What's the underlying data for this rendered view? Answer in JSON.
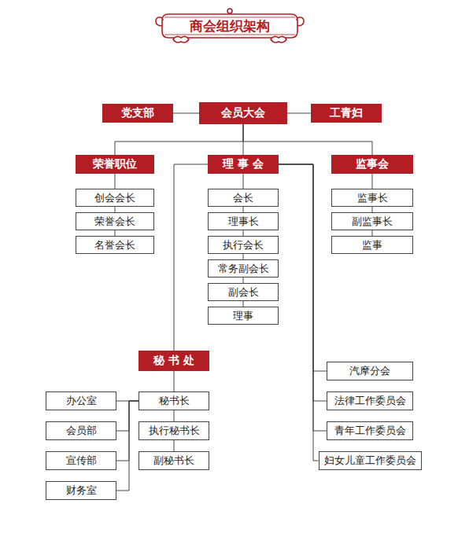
{
  "diagram": {
    "title": "商会组织架构",
    "nodes": [
      {
        "text": [
          "党支部"
        ]
      },
      {
        "text": [
          "会员大会"
        ]
      },
      {
        "text": [
          "工青妇"
        ]
      },
      {
        "text": [
          "荣誉职位"
        ]
      },
      {
        "text": [
          "理 事 会"
        ]
      },
      {
        "text": [
          "监事会"
        ]
      },
      {
        "text": [
          "创会会长"
        ]
      },
      {
        "text": [
          "荣誉会长"
        ]
      },
      {
        "text": [
          "名誉会长"
        ]
      },
      {
        "text": [
          "会长"
        ]
      },
      {
        "text": [
          "理事长"
        ]
      },
      {
        "text": [
          "执行会长"
        ]
      },
      {
        "text": [
          "常务副会长"
        ]
      },
      {
        "text": [
          "副会长"
        ]
      },
      {
        "text": [
          "理事"
        ]
      },
      {
        "text": [
          "监事长"
        ]
      },
      {
        "text": [
          "副监事长"
        ]
      },
      {
        "text": [
          "监事"
        ]
      },
      {
        "text": [
          "秘 书 处"
        ]
      },
      {
        "text": [
          "办公室"
        ]
      },
      {
        "text": [
          "会员部"
        ]
      },
      {
        "text": [
          "宣传部"
        ]
      },
      {
        "text": [
          "财务室"
        ]
      },
      {
        "text": [
          "秘书长"
        ]
      },
      {
        "text": [
          "执行秘书长"
        ]
      },
      {
        "text": [
          "副秘书长"
        ]
      },
      {
        "text": [
          "汽摩分会"
        ]
      },
      {
        "text": [
          "法律工作委员会"
        ]
      },
      {
        "text": [
          "青年工作委员会"
        ]
      },
      {
        "text": [
          "妇女儿童工作委员会"
        ]
      }
    ],
    "edges": [
      {
        "from": 0,
        "to": 1,
        "arrow": "none"
      },
      {
        "from": 1,
        "to": 2,
        "arrow": "none"
      },
      {
        "from": 1,
        "to": 3,
        "arrow": "none"
      },
      {
        "from": 1,
        "to": 4,
        "arrow": "none"
      },
      {
        "from": 1,
        "to": 5,
        "arrow": "none"
      },
      {
        "from": 3,
        "to": 6,
        "arrow": "none"
      },
      {
        "from": 6,
        "to": 7,
        "arrow": "none"
      },
      {
        "from": 7,
        "to": 8,
        "arrow": "none"
      },
      {
        "from": 4,
        "to": 9,
        "arrow": "none"
      },
      {
        "from": 9,
        "to": 10,
        "arrow": "none"
      },
      {
        "from": 10,
        "to": 11,
        "arrow": "none"
      },
      {
        "from": 11,
        "to": 12,
        "arrow": "none"
      },
      {
        "from": 12,
        "to": 13,
        "arrow": "none"
      },
      {
        "from": 13,
        "to": 14,
        "arrow": "none"
      },
      {
        "from": 5,
        "to": 15,
        "arrow": "none"
      },
      {
        "from": 15,
        "to": 16,
        "arrow": "none"
      },
      {
        "from": 16,
        "to": 17,
        "arrow": "none"
      },
      {
        "from": 4,
        "to": 18,
        "arrow": "none"
      },
      {
        "from": 4,
        "to": 26,
        "arrow": "none"
      },
      {
        "from": 4,
        "to": 27,
        "arrow": "none"
      },
      {
        "from": 4,
        "to": 28,
        "arrow": "none"
      },
      {
        "from": 4,
        "to": 29,
        "arrow": "none"
      },
      {
        "from": 18,
        "to": 23,
        "arrow": "none"
      },
      {
        "from": 23,
        "to": 24,
        "arrow": "none"
      },
      {
        "from": 24,
        "to": 25,
        "arrow": "none"
      },
      {
        "from": 23,
        "to": 19,
        "arrow": "none"
      },
      {
        "from": 23,
        "to": 20,
        "arrow": "none"
      },
      {
        "from": 23,
        "to": 21,
        "arrow": "none"
      },
      {
        "from": 23,
        "to": 22,
        "arrow": "none"
      }
    ]
  }
}
